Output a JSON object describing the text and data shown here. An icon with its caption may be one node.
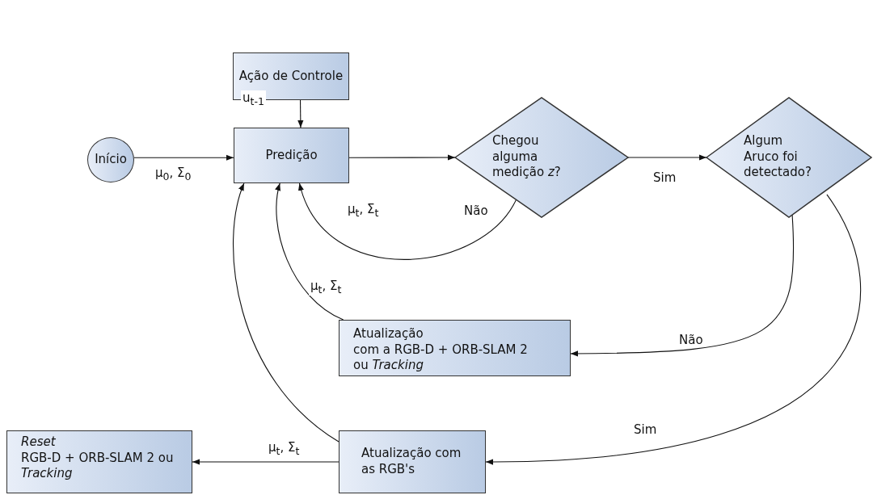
{
  "diagram": {
    "nodes": [
      {
        "text": [
          "Ação de Controle"
        ]
      },
      {
        "text": [
          "Início"
        ]
      },
      {
        "text": [
          "Predição"
        ]
      },
      {
        "text": [
          "Chegou alguma medição *z*?"
        ]
      },
      {
        "text": [
          "Algum Aruco foi detectado?"
        ]
      },
      {
        "text": [
          "Atualização",
          "com a RGB-D + ORB-SLAM 2 ou *Tracking*"
        ]
      },
      {
        "text": [
          "Atualização com as RGB's"
        ]
      },
      {
        "text": [
          "Reset",
          "RGB-D + ORB-SLAM 2 ou *Tracking*"
        ]
      }
    ],
    "edges": [
      {
        "from": 0,
        "to": 2,
        "arrow": "to",
        "label": "u$_{t-1}$"
      },
      {
        "from": 1,
        "to": 2,
        "arrow": "to",
        "label": "μ$_{0}$, Σ$_{0}$"
      },
      {
        "from": 2,
        "to": 3,
        "arrow": "to"
      },
      {
        "from": 3,
        "to": 4,
        "arrow": "to",
        "label": "Sim"
      },
      {
        "from": 3,
        "to": 2,
        "arrow": "to",
        "label": "Não"
      },
      {
        "from": 4,
        "to": 5,
        "arrow": "to",
        "label": "Não"
      },
      {
        "from": 4,
        "to": 6,
        "arrow": "to",
        "label": "Sim"
      },
      {
        "from": 5,
        "to": 2,
        "arrow": "to",
        "label": "μ$_{t}$, Σ$_{t}$"
      },
      {
        "from": 6,
        "to": 2,
        "arrow": "to"
      },
      {
        "from": 6,
        "to": 7,
        "arrow": "to",
        "label": "μ$_{t}$, Σ$_{t}$"
      }
    ],
    "labels": [
      "μ$_{t}$, Σ$_{t}$"
    ]
  }
}
